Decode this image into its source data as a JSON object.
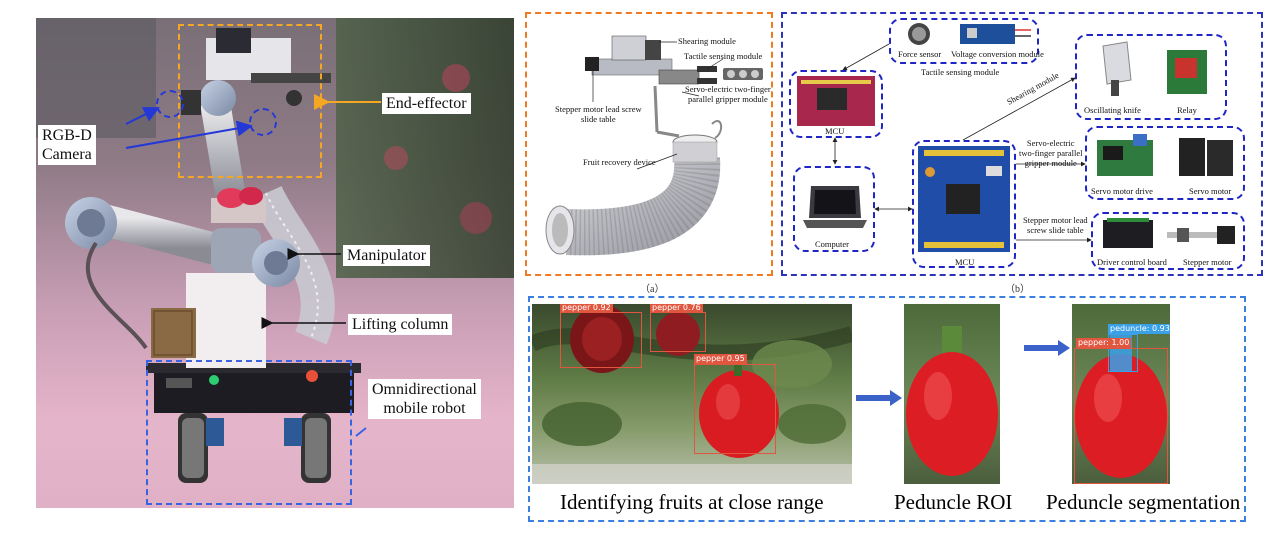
{
  "robot_photo": {
    "labels": {
      "end_effector": "End-effector",
      "camera": "RGB-D\nCamera",
      "manipulator": "Manipulator",
      "lifting_column": "Lifting column",
      "mobile_robot": "Omnidirectional\nmobile robot"
    }
  },
  "panel_a": {
    "caption": "（a）",
    "labels": {
      "shearing": "Shearing module",
      "tactile": "Tactile sensing module",
      "gripper": "Servo-electric two-finger\nparallel gripper module",
      "stepper": "Stepper motor lead screw\nslide table",
      "recovery": "Fruit recovery device"
    }
  },
  "panel_b": {
    "caption": "（b）",
    "labels": {
      "force_sensor": "Force sensor",
      "voltage": "Voltage conversion module",
      "tactile": "Tactile sensing module",
      "mcu_top": "MCU",
      "computer": "Computer",
      "mcu_main": "MCU",
      "shearing": "Shearing module",
      "knife": "Oscillating knife",
      "relay": "Relay",
      "gripper": "Servo-electric\ntwo-finger parallel\ngripper module",
      "servo_drive": "Servo motor drive",
      "servo_motor": "Servo motor",
      "stepper": "Stepper motor lead\nscrew slide table",
      "driver_board": "Driver control board",
      "stepper_motor": "Stepper motor"
    }
  },
  "panel_c": {
    "detections": [
      {
        "label": "pepper  0.92"
      },
      {
        "label": "pepper  0.76"
      },
      {
        "label": "pepper  0.95"
      }
    ],
    "seg_labels": {
      "peduncle": "peduncle: 0.93",
      "pepper": "pepper: 1.00"
    },
    "captions": {
      "identify": "Identifying fruits at close range",
      "roi": "Peduncle ROI",
      "segmentation": "Peduncle segmentation"
    }
  },
  "colors": {
    "orange_box": "#f07a22",
    "blue_box": "#2026c4",
    "light_blue_box": "#3b7fe0",
    "detection_red": "#e0563f",
    "peduncle_blue": "#3aa0e8"
  }
}
